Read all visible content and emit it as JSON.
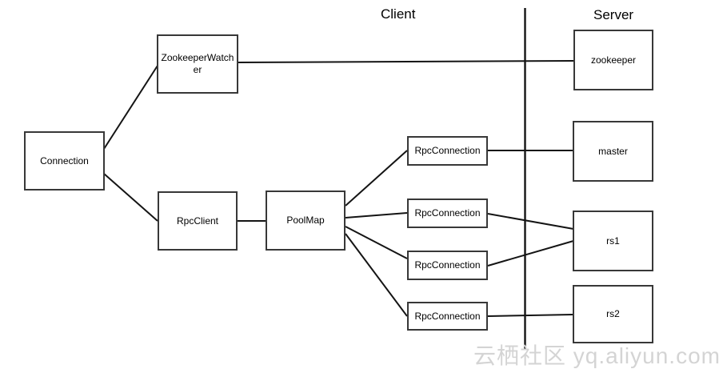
{
  "diagram": {
    "zone_labels": {
      "client": "Client",
      "server": "Server"
    },
    "nodes": {
      "connection": "Connection",
      "zookeeper_watcher": "ZookeeperWatcher",
      "rpc_client": "RpcClient",
      "pool_map": "PoolMap",
      "rpc_connection_1": "RpcConnection",
      "rpc_connection_2": "RpcConnection",
      "rpc_connection_3": "RpcConnection",
      "rpc_connection_4": "RpcConnection",
      "zookeeper": "zookeeper",
      "master": "master",
      "rs1": "rs1",
      "rs2": "rs2"
    },
    "edges": [
      {
        "from": "connection",
        "to": "zookeeper_watcher"
      },
      {
        "from": "connection",
        "to": "rpc_client"
      },
      {
        "from": "rpc_client",
        "to": "pool_map"
      },
      {
        "from": "zookeeper_watcher",
        "to": "zookeeper"
      },
      {
        "from": "pool_map",
        "to": "rpc_connection_1"
      },
      {
        "from": "pool_map",
        "to": "rpc_connection_2"
      },
      {
        "from": "pool_map",
        "to": "rpc_connection_3"
      },
      {
        "from": "pool_map",
        "to": "rpc_connection_4"
      },
      {
        "from": "rpc_connection_1",
        "to": "master"
      },
      {
        "from": "rpc_connection_2",
        "to": "rs1"
      },
      {
        "from": "rpc_connection_3",
        "to": "rs1"
      },
      {
        "from": "rpc_connection_4",
        "to": "rs2"
      }
    ],
    "watermark": "云栖社区 yq.aliyun.com",
    "colors": {
      "background": "#ffffff",
      "box_border": "#383838",
      "line": "#141414",
      "text": "#000000",
      "watermark": "#d4d4d4"
    }
  }
}
